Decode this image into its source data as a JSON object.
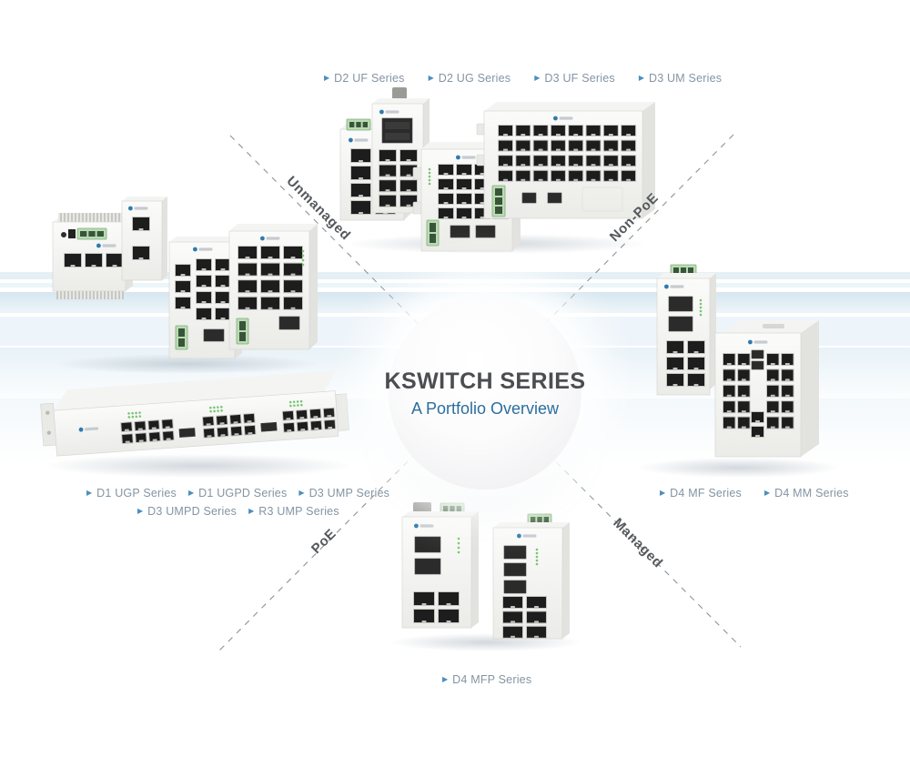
{
  "center": {
    "title": "KSWITCH SERIES",
    "subtitle": "A Portfolio Overview"
  },
  "quadrants": {
    "top_left": "Unmanaged",
    "top_right": "Non-PoE",
    "bottom_left": "PoE",
    "bottom_right": "Managed"
  },
  "series_labels": {
    "top": [
      "D2 UF Series",
      "D2 UG Series",
      "D3 UF Series",
      "D3 UM Series"
    ],
    "left_row1": [
      "D1 UGP Series",
      "D1 UGPD Series",
      "D3 UMP Series"
    ],
    "left_row2": [
      "D3 UMPD Series",
      "R3 UMP Series"
    ],
    "right": [
      "D4 MF Series",
      "D4 MM Series"
    ],
    "bottom": [
      "D4 MFP Series"
    ]
  },
  "icons": {
    "series_arrow": "▶"
  },
  "colors": {
    "accent_blue": "#2b6e9d",
    "title_gray": "#4c4d51",
    "label_gray_blue": "#8494a3",
    "arrow_blue": "#4a8fc0",
    "quadrant_gray": "#54585c",
    "dash_gray": "#8d9396",
    "device_body": "#f4f4f2",
    "port_black": "#1d1d1d",
    "terminal_green": "#b7dcb0",
    "band_blue": "#cfe3ee"
  }
}
